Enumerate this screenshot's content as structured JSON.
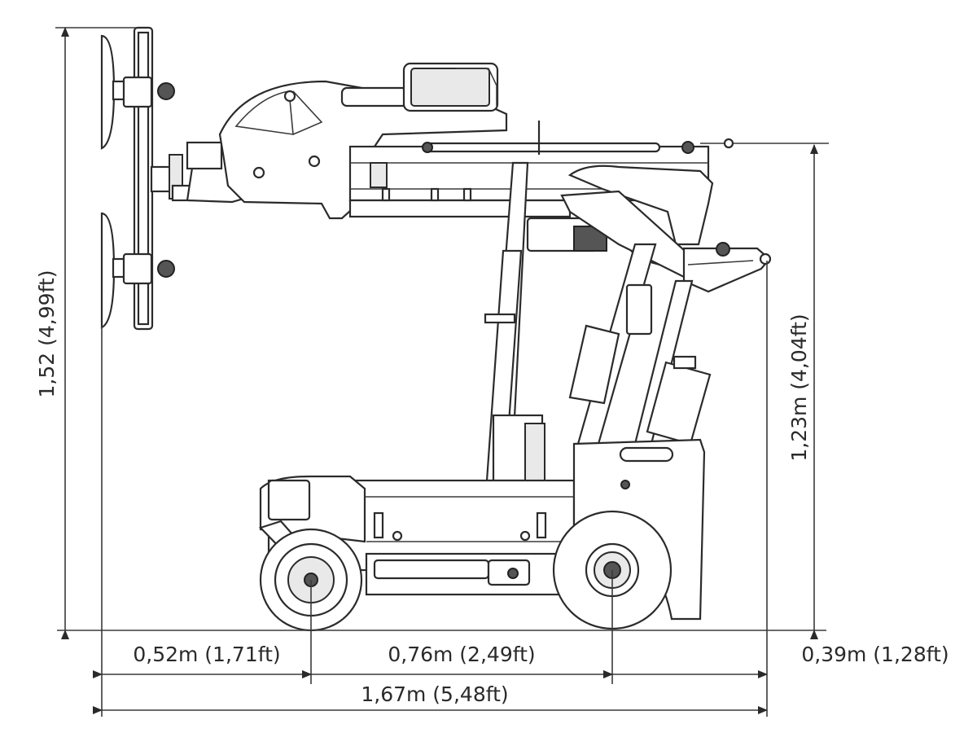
{
  "dimensions": {
    "total_height": "1,52 (4,99ft)",
    "handle_height": "1,23m (4,04ft)",
    "front_overhang": "0,52m (1,71ft)",
    "wheelbase": "0,76m (2,49ft)",
    "rear_overhang": "0,39m (1,28ft)",
    "total_length": "1,67m (5,48ft)"
  },
  "colors": {
    "line": "#2b2b2b",
    "panel_fill": "#ffffff",
    "shade_fill": "#e9e9e9"
  }
}
